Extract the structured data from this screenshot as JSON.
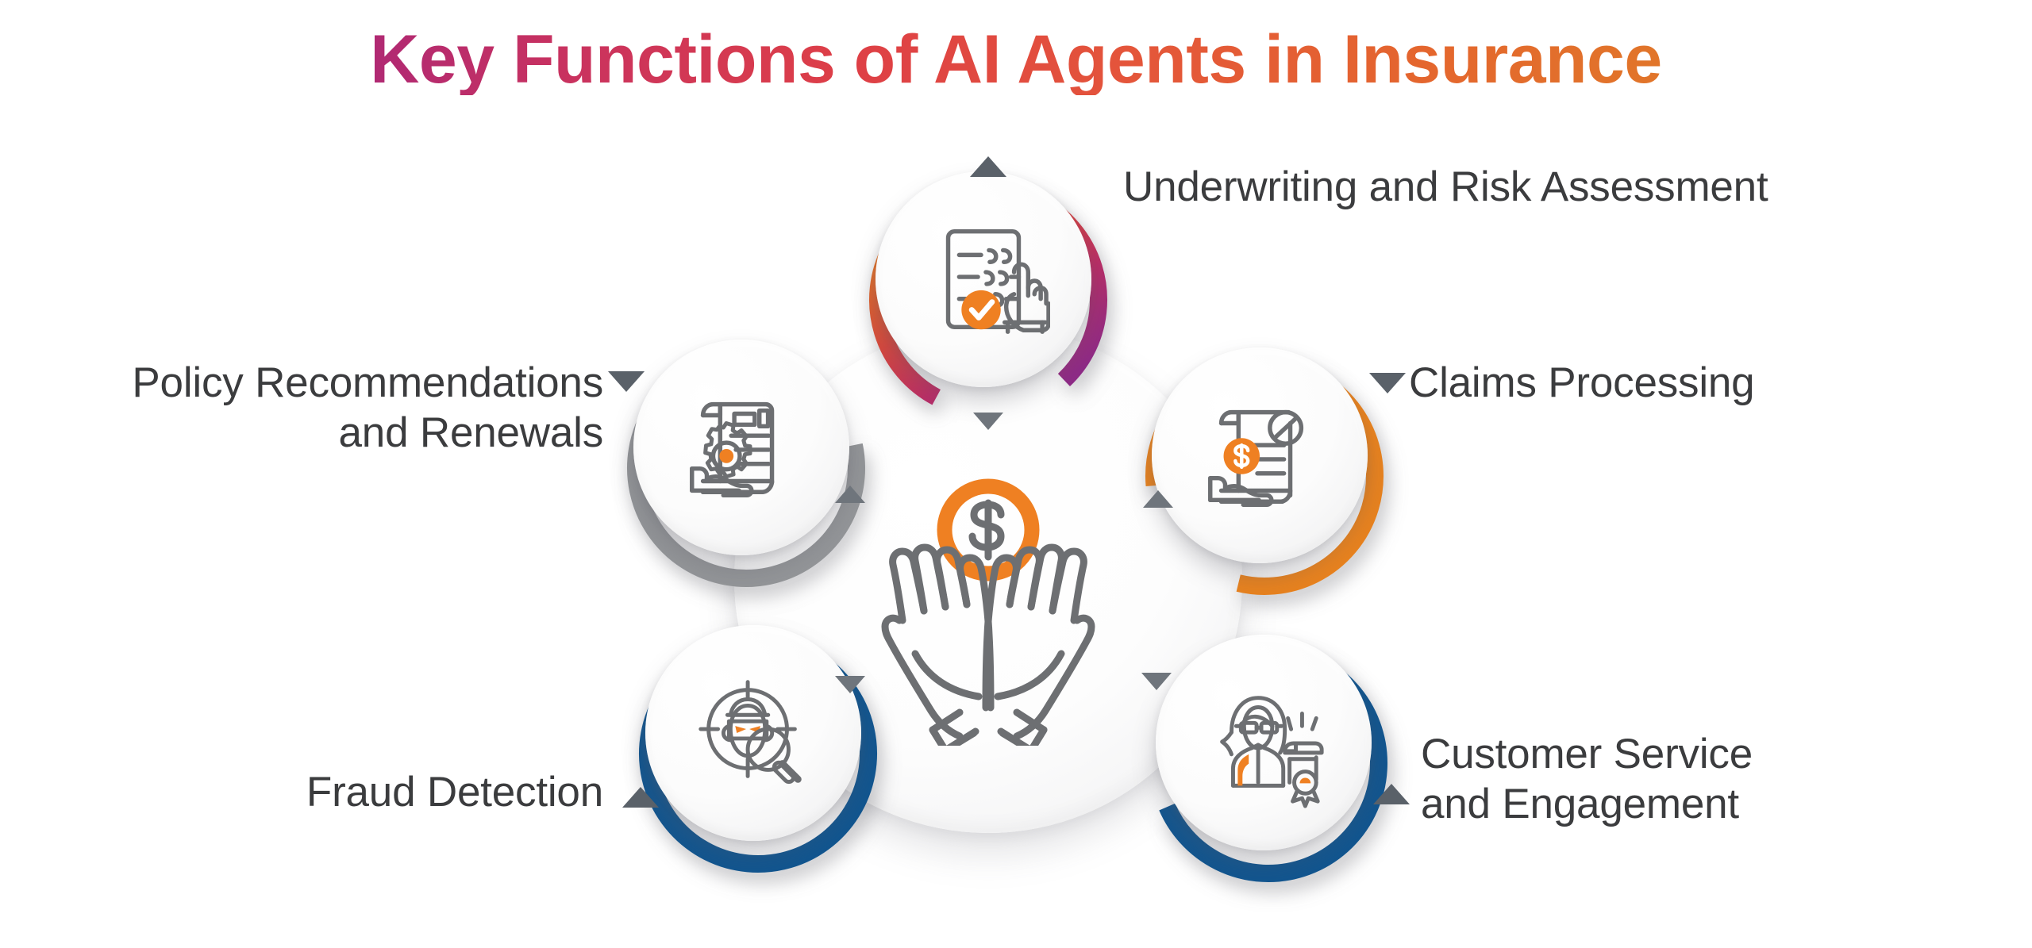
{
  "title": "Key Functions of AI Agents in Insurance",
  "title_gradient": {
    "from": "#7e2a84",
    "mid": "#de3f46",
    "to": "#de8024"
  },
  "background": "#ffffff",
  "center": {
    "icon": "hands-holding-dollar-coin-icon",
    "coin_color": "#ef8022",
    "line_color": "#6d6f72"
  },
  "nodes": [
    {
      "id": "underwriting",
      "label": "Underwriting and Risk Assessment",
      "ring_color": "#a3247d",
      "ring_gradient_from": "#8e2a86",
      "ring_gradient_mid": "#d1334f",
      "ring_gradient_to": "#e6821f",
      "icon": "checklist-form-with-hand-pointer-icon",
      "badge": "orange-check-badge",
      "label_side": "right",
      "marker": "triangle-up"
    },
    {
      "id": "claims",
      "label": "Claims Processing",
      "ring_color": "#e8821e",
      "icon": "hand-holding-document-with-dollar-coin-icon",
      "label_side": "right",
      "marker": "triangle-down"
    },
    {
      "id": "policy",
      "label": "Policy Recommendations\nand Renewals",
      "ring_color": "#939598",
      "icon": "hand-holding-document-with-gear-icon",
      "label_side": "left",
      "marker": "triangle-down"
    },
    {
      "id": "fraud",
      "label": "Fraud Detection",
      "ring_color": "#11558f",
      "icon": "masked-thief-in-crosshair-with-magnifier-icon",
      "label_side": "left",
      "marker": "triangle-up"
    },
    {
      "id": "customer",
      "label": "Customer Service\nand Engagement",
      "ring_color": "#11558f",
      "icon": "agent-person-with-certificate-icon",
      "label_side": "right",
      "marker": "triangle-up"
    }
  ],
  "accent_colors": {
    "orange": "#ef8022",
    "blue": "#11558f",
    "gray": "#939598",
    "purple": "#8e2a86",
    "line": "#6d6f72",
    "text": "#3b3c3e",
    "marker": "#5a6169"
  }
}
